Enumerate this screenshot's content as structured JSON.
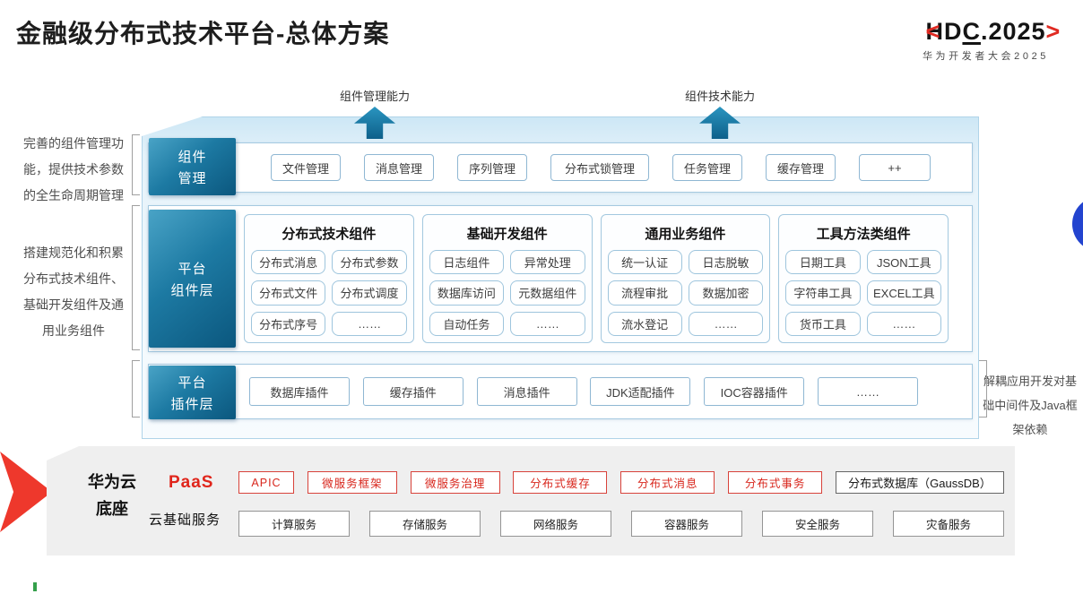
{
  "title": "金融级分布式技术平台-总体方案",
  "logo": {
    "left_bracket": "<",
    "text_pre": "HD",
    "text_c": "C",
    "text_post": ".2025",
    "right_bracket": ">",
    "subtitle": "华为开发者大会2025"
  },
  "annotations": {
    "arrow_left_label": "组件管理能力",
    "arrow_right_label": "组件技术能力",
    "left_top": "完善的组件管理功能，提供技术参数的全生命周期管理",
    "left_bottom": "搭建规范化和积累分布式技术组件、基础开发组件及通用业务组件",
    "right": "解耦应用开发对基础中间件及Java框架依赖"
  },
  "layers": {
    "component_mgmt": {
      "label_lines": [
        "组件",
        "管理"
      ],
      "items": [
        "文件管理",
        "消息管理",
        "序列管理",
        "分布式锁管理",
        "任务管理",
        "缓存管理",
        "++"
      ]
    },
    "platform_components": {
      "label_lines": [
        "平台",
        "组件层"
      ],
      "columns": [
        {
          "header": "分布式技术组件",
          "items": [
            "分布式消息",
            "分布式参数",
            "分布式文件",
            "分布式调度",
            "分布式序号",
            "……"
          ]
        },
        {
          "header": "基础开发组件",
          "items": [
            "日志组件",
            "异常处理",
            "数据库访问",
            "元数据组件",
            "自动任务",
            "……"
          ]
        },
        {
          "header": "通用业务组件",
          "items": [
            "统一认证",
            "日志脱敏",
            "流程审批",
            "数据加密",
            "流水登记",
            "……"
          ]
        },
        {
          "header": "工具方法类组件",
          "items": [
            "日期工具",
            "JSON工具",
            "字符串工具",
            "EXCEL工具",
            "货币工具",
            "……"
          ]
        }
      ]
    },
    "platform_plugins": {
      "label_lines": [
        "平台",
        "插件层"
      ],
      "items": [
        "数据库插件",
        "缓存插件",
        "消息插件",
        "JDK适配插件",
        "IOC容器插件",
        "……"
      ]
    }
  },
  "foundation": {
    "label_lines": [
      "华为云",
      "底座"
    ],
    "paas_label": "PaaS",
    "paas_items": [
      "APIC",
      "微服务框架",
      "微服务治理",
      "分布式缓存",
      "分布式消息",
      "分布式事务"
    ],
    "paas_db": "分布式数据库（GaussDB）",
    "cloud_label": "云基础服务",
    "cloud_items": [
      "计算服务",
      "存储服务",
      "网络服务",
      "容器服务",
      "安全服务",
      "灾备服务"
    ]
  },
  "colors": {
    "accent_teal": "#0d5c84",
    "accent_red": "#e0251b",
    "decoration_blue": "#2344cf"
  }
}
